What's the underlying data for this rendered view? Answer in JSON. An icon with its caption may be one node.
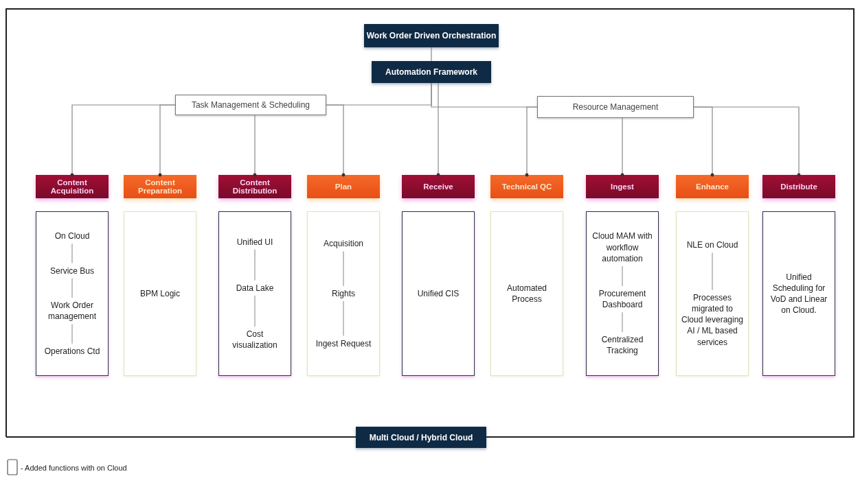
{
  "diagram": {
    "nodes": [
      {
        "text": [
          "Work Order Driven Orchestration"
        ]
      },
      {
        "text": [
          "Automation Framework"
        ]
      },
      {
        "text": [
          "Task Management & Scheduling"
        ]
      },
      {
        "text": [
          "Resource Management"
        ]
      },
      {
        "text": [
          "Content Acquisition"
        ]
      },
      {
        "text": [
          "Content Preparation"
        ]
      },
      {
        "text": [
          "Content Distribution"
        ]
      },
      {
        "text": [
          "Plan"
        ]
      },
      {
        "text": [
          "Receive"
        ]
      },
      {
        "text": [
          "Technical QC"
        ]
      },
      {
        "text": [
          "Ingest"
        ]
      },
      {
        "text": [
          "Enhance"
        ]
      },
      {
        "text": [
          "Distribute"
        ]
      },
      {
        "text": [],
        "shape": "box"
      },
      {
        "text": [
          "On Cloud"
        ],
        "in": 13
      },
      {
        "text": [
          "Service Bus"
        ],
        "in": 13
      },
      {
        "text": [
          "Work Order management"
        ],
        "in": 13
      },
      {
        "text": [
          "Operations Ctd"
        ],
        "in": 13
      },
      {
        "text": [],
        "shape": "box"
      },
      {
        "text": [
          "BPM Logic"
        ],
        "in": 18
      },
      {
        "text": [],
        "shape": "box"
      },
      {
        "text": [
          "Unified UI"
        ],
        "in": 20
      },
      {
        "text": [
          "Data Lake"
        ],
        "in": 20
      },
      {
        "text": [
          "Cost visualization"
        ],
        "in": 20
      },
      {
        "text": [],
        "shape": "box"
      },
      {
        "text": [
          "Acquisition"
        ],
        "in": 24
      },
      {
        "text": [
          "Rights"
        ],
        "in": 24
      },
      {
        "text": [
          "Ingest Request"
        ],
        "in": 24
      },
      {
        "text": [],
        "shape": "box"
      },
      {
        "text": [
          "Unified CIS"
        ],
        "in": 28
      },
      {
        "text": [],
        "shape": "box"
      },
      {
        "text": [
          "Automated Process"
        ],
        "in": 30
      },
      {
        "text": [],
        "shape": "box"
      },
      {
        "text": [
          "Cloud MAM with workflow automation"
        ],
        "in": 32
      },
      {
        "text": [
          "Procurement Dashboard"
        ],
        "in": 32
      },
      {
        "text": [
          "Centralized Tracking"
        ],
        "in": 32
      },
      {
        "text": [],
        "shape": "box"
      },
      {
        "text": [
          "NLE on Cloud"
        ],
        "in": 36
      },
      {
        "text": [
          "Processes migrated to Cloud leveraging AI / ML based services"
        ],
        "in": 36
      },
      {
        "text": [],
        "shape": "box"
      },
      {
        "text": [
          "Unified Scheduling for VoD and Linear on Cloud."
        ],
        "in": 39
      },
      {
        "text": [
          "Multi Cloud / Hybrid Cloud"
        ]
      }
    ],
    "edges": [
      {
        "from": 0,
        "to": 1,
        "arrow": "none"
      },
      {
        "from": 1,
        "to": 8,
        "arrow": "other"
      },
      {
        "from": 1,
        "to": 2,
        "arrow": "none"
      },
      {
        "from": 1,
        "to": 3,
        "arrow": "none"
      },
      {
        "from": 2,
        "to": 4,
        "arrow": "other"
      },
      {
        "from": 2,
        "to": 5,
        "arrow": "other"
      },
      {
        "from": 2,
        "to": 6,
        "arrow": "other"
      },
      {
        "from": 2,
        "to": 7,
        "arrow": "other"
      },
      {
        "from": 3,
        "to": 9,
        "arrow": "other"
      },
      {
        "from": 3,
        "to": 10,
        "arrow": "other"
      },
      {
        "from": 3,
        "to": 11,
        "arrow": "other"
      },
      {
        "from": 3,
        "to": 12,
        "arrow": "other"
      },
      {
        "from": 14,
        "to": 15,
        "arrow": "none"
      },
      {
        "from": 15,
        "to": 16,
        "arrow": "none"
      },
      {
        "from": 16,
        "to": 17,
        "arrow": "none"
      },
      {
        "from": 21,
        "to": 22,
        "arrow": "none"
      },
      {
        "from": 22,
        "to": 23,
        "arrow": "none"
      },
      {
        "from": 25,
        "to": 26,
        "arrow": "none"
      },
      {
        "from": 26,
        "to": 27,
        "arrow": "none"
      },
      {
        "from": 33,
        "to": 34,
        "arrow": "none"
      },
      {
        "from": 34,
        "to": 35,
        "arrow": "none"
      },
      {
        "from": 37,
        "to": 38,
        "arrow": "none"
      }
    ],
    "legend": [
      {
        "text": "- Added functions with on Cloud"
      }
    ]
  }
}
